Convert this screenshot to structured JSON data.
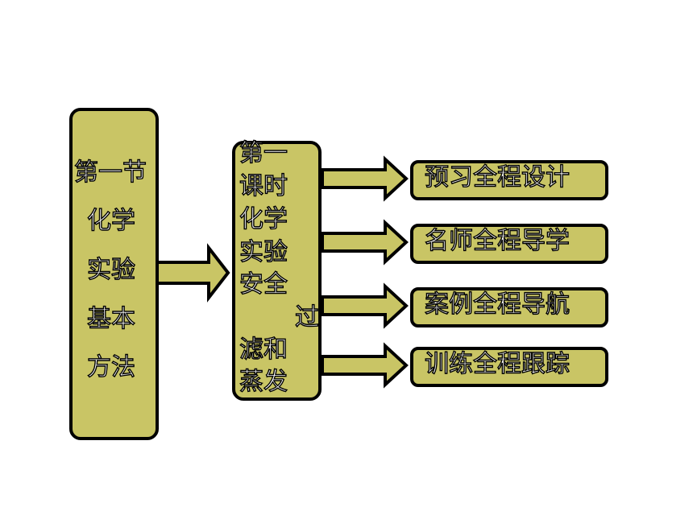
{
  "colors": {
    "fill": "#c9c565",
    "outline": "#000000",
    "text": "#ffffff"
  },
  "section": {
    "lines": [
      "第一节",
      "化学",
      "实验",
      "基本",
      "方法"
    ]
  },
  "lesson": {
    "lines": [
      "第一",
      "课时",
      "化学",
      "实验",
      "安全",
      "过",
      "滤和",
      "蒸发"
    ]
  },
  "items": [
    {
      "label": "预习全程设计"
    },
    {
      "label": "名师全程导学"
    },
    {
      "label": "案例全程导航"
    },
    {
      "label": "训练全程跟踪"
    }
  ]
}
